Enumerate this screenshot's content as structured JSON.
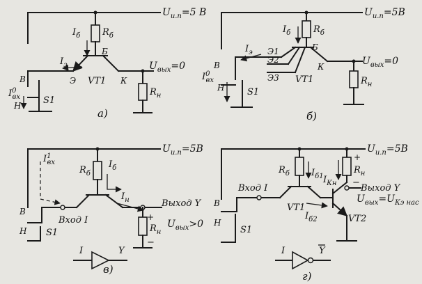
{
  "a": {
    "supply": "U",
    "supply_sub": "и.п",
    "supply_val": "=5 В",
    "rb": "R",
    "rb_sub": "б",
    "ib": "I",
    "ib_sub": "б",
    "ie": "I",
    "ie_sub": "э",
    "b": "Б",
    "e": "Э",
    "k": "К",
    "vt": "VT1",
    "uout": "U",
    "uout_sub": "вых",
    "uout_val": "=0",
    "rn": "R",
    "rn_sub": "н",
    "in_label": "В",
    "h": "Н",
    "s1": "S1",
    "ivx": "I",
    "ivx_sup": "0",
    "ivx_sub": "вх",
    "caption": "а)"
  },
  "b": {
    "supply": "U",
    "supply_sub": "и.п",
    "supply_val": "=5В",
    "rb": "R",
    "rb_sub": "б",
    "ib": "I",
    "ib_sub": "б",
    "ie": "I",
    "ie_sub": "э",
    "b": "Б",
    "e1": "Э1",
    "e2": "Э2",
    "e3": "Э3",
    "k": "К",
    "vt": "VT1",
    "uout": "U",
    "uout_sub": "вых",
    "uout_val": "=0",
    "rn": "R",
    "rn_sub": "н",
    "in_label": "В",
    "h": "Н",
    "s1": "S1",
    "ivx": "I",
    "ivx_sup": "0",
    "ivx_sub": "вх",
    "caption": "б)"
  },
  "c": {
    "supply": "U",
    "supply_sub": "и.п",
    "supply_val": "=5В",
    "rb": "R",
    "rb_sub": "б",
    "ib": "I",
    "ib_sub": "б",
    "ivx": "I",
    "ivx_sup": "1",
    "ivx_sub": "вх",
    "ih": "I",
    "ih_sub": "н",
    "out": "Выход Y",
    "in": "Вход I",
    "uout": "U",
    "uout_sub": "вых",
    "uout_val": ">0",
    "rn": "R",
    "rn_sub": "н",
    "plus": "+",
    "minus": "−",
    "in_label": "В",
    "h": "Н",
    "s1": "S1",
    "sym_in": "I",
    "sym_out": "Y",
    "caption": "в)"
  },
  "d": {
    "supply": "U",
    "supply_sub": "и.п",
    "supply_val": "=5В",
    "rb": "R",
    "rb_sub": "б",
    "ib1": "I",
    "ib1_sub": "б1",
    "ib2": "I",
    "ib2_sub": "б2",
    "rn": "R",
    "rn_sub": "н",
    "ikn": "I",
    "ikn_sub": "Кн",
    "in": "Вход I",
    "out": "Выход Y",
    "vt1": "VT1",
    "vt2": "VT2",
    "uout": "U",
    "uout_sub": "вых",
    "uout_eq": "=U",
    "uout_eq_sub": "Кэ нас",
    "plus": "+",
    "minus": "−",
    "in_label": "В",
    "h": "Н",
    "s1": "S1",
    "sym_in": "I",
    "sym_out": "Y",
    "caption": "г)"
  }
}
